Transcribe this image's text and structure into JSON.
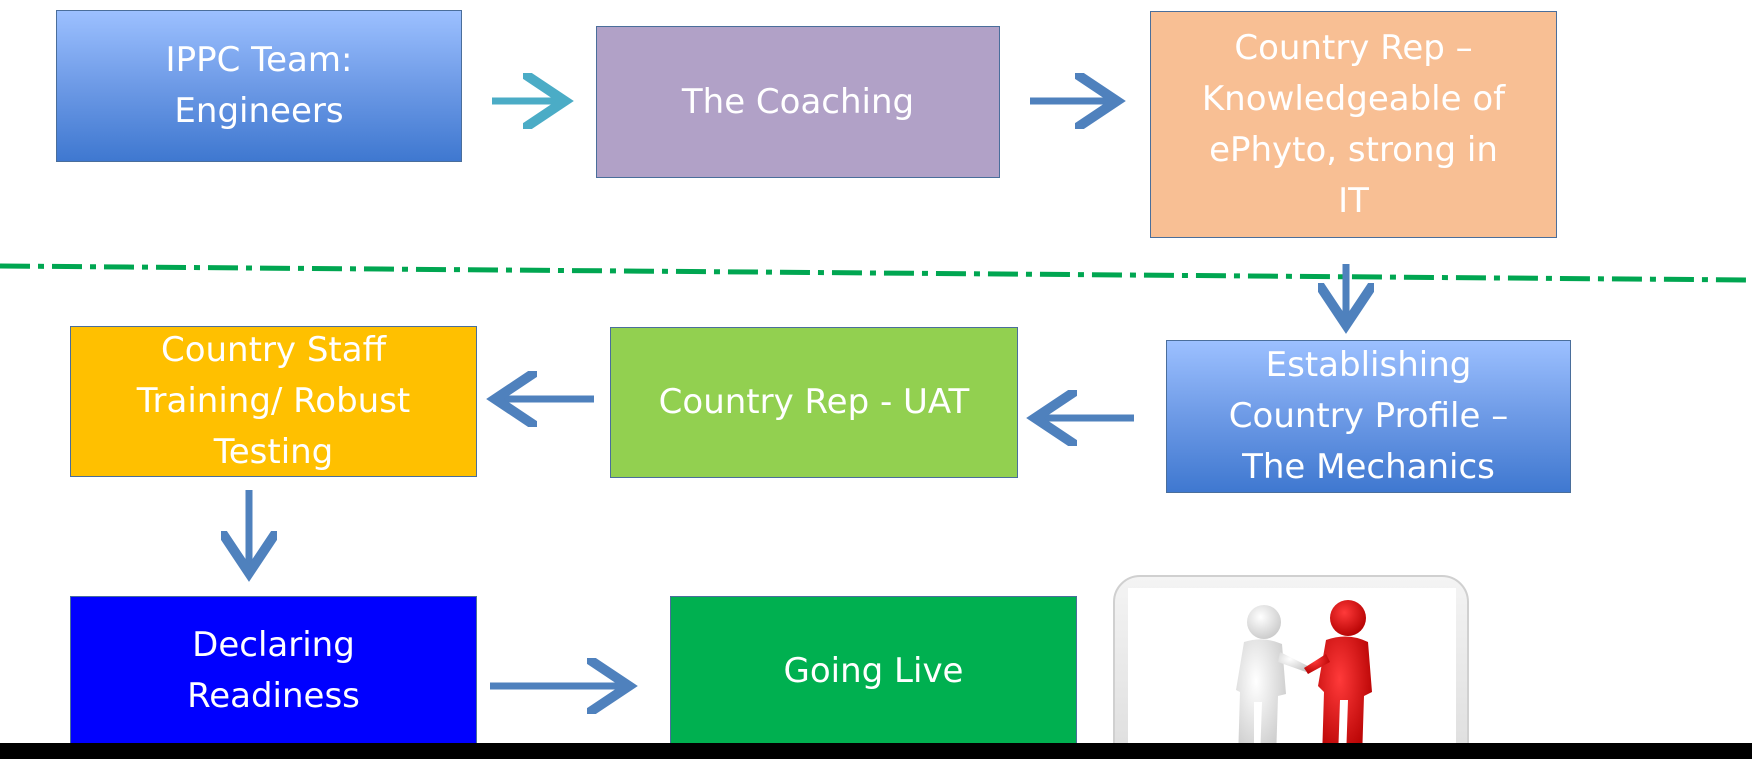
{
  "diagram": {
    "boxes": {
      "ippc": "IPPC  Team:\nEngineers",
      "coaching": "The Coaching",
      "country_rep": "Country Rep –\nKnowledgeable of\nePhyto, strong in\nIT",
      "establishing": "Establishing\nCountry Profile –\nThe Mechanics",
      "uat": "Country Rep - UAT",
      "staff_training": "Country Staff\nTraining/ Robust\nTesting",
      "declaring": "Declaring\nReadiness",
      "going_live": "Going Live"
    },
    "colors": {
      "arrow": "#4f81bd",
      "arrow_first": "#4bacc6",
      "divider": "#00a651"
    },
    "image_icon": "handshake-figures-icon"
  }
}
